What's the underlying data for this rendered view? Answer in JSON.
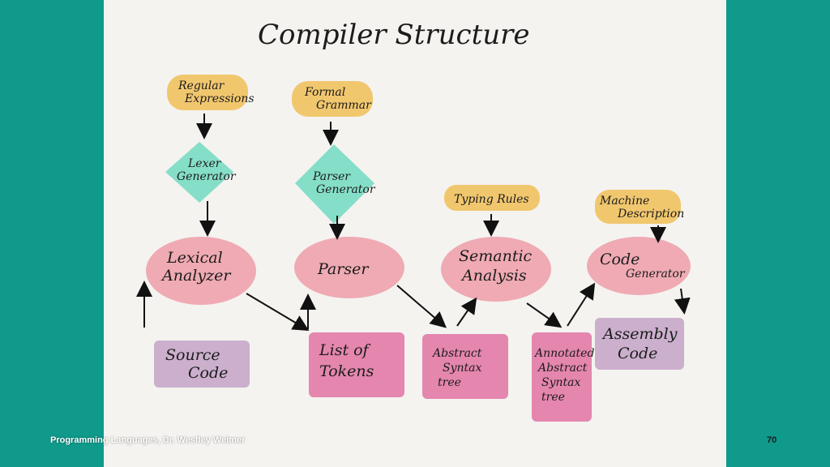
{
  "slide": {
    "title": "Compiler Structure",
    "footer_left": "Programming Languages, Dr. Westley Weimer",
    "page_number": "70"
  },
  "inputs": [
    {
      "line1": "Regular",
      "line2": "Expressions"
    },
    {
      "line1": "Formal",
      "line2": "Grammar"
    },
    {
      "line1": "Typing Rules"
    },
    {
      "line1": "Machine",
      "line2": "Description"
    }
  ],
  "generators": [
    {
      "line1": "Lexer",
      "line2": "Generator"
    },
    {
      "line1": "Parser",
      "line2": "Generator"
    }
  ],
  "phases": [
    {
      "line1": "Lexical",
      "line2": "Analyzer"
    },
    {
      "line1": "Parser"
    },
    {
      "line1": "Semantic",
      "line2": "Analysis"
    },
    {
      "line1": "Code",
      "line2": "Generator"
    }
  ],
  "artifacts": [
    {
      "line1": "Source",
      "line2": "Code"
    },
    {
      "line1": "List of",
      "line2": "Tokens"
    },
    {
      "line1": "Abstract",
      "line2": "Syntax",
      "line3": "tree"
    },
    {
      "line1": "Annotated",
      "line2": "Abstract",
      "line3": "Syntax",
      "line4": "tree"
    },
    {
      "line1": "Assembly",
      "line2": "Code"
    }
  ],
  "colors": {
    "background": "#0f9a8b",
    "paper": "#f4f3f0",
    "input_fill": "#f1c25f",
    "generator_fill": "#79dbc3",
    "phase_fill": "#eea2ac",
    "artifact_pink": "#e27aa6",
    "artifact_purple": "#c7a7c9"
  }
}
